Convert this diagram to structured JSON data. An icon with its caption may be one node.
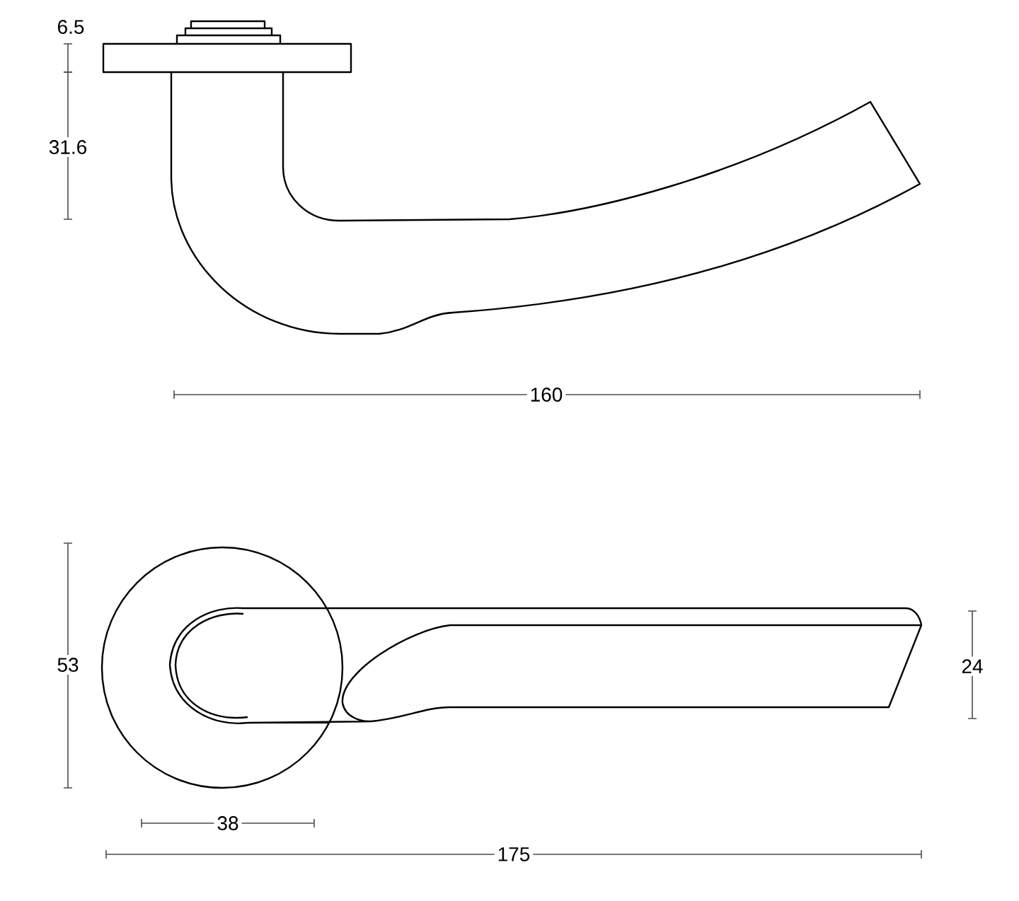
{
  "diagram": {
    "labels": [
      "6.5",
      "31.6",
      "160",
      "53",
      "24",
      "38",
      "175"
    ]
  }
}
